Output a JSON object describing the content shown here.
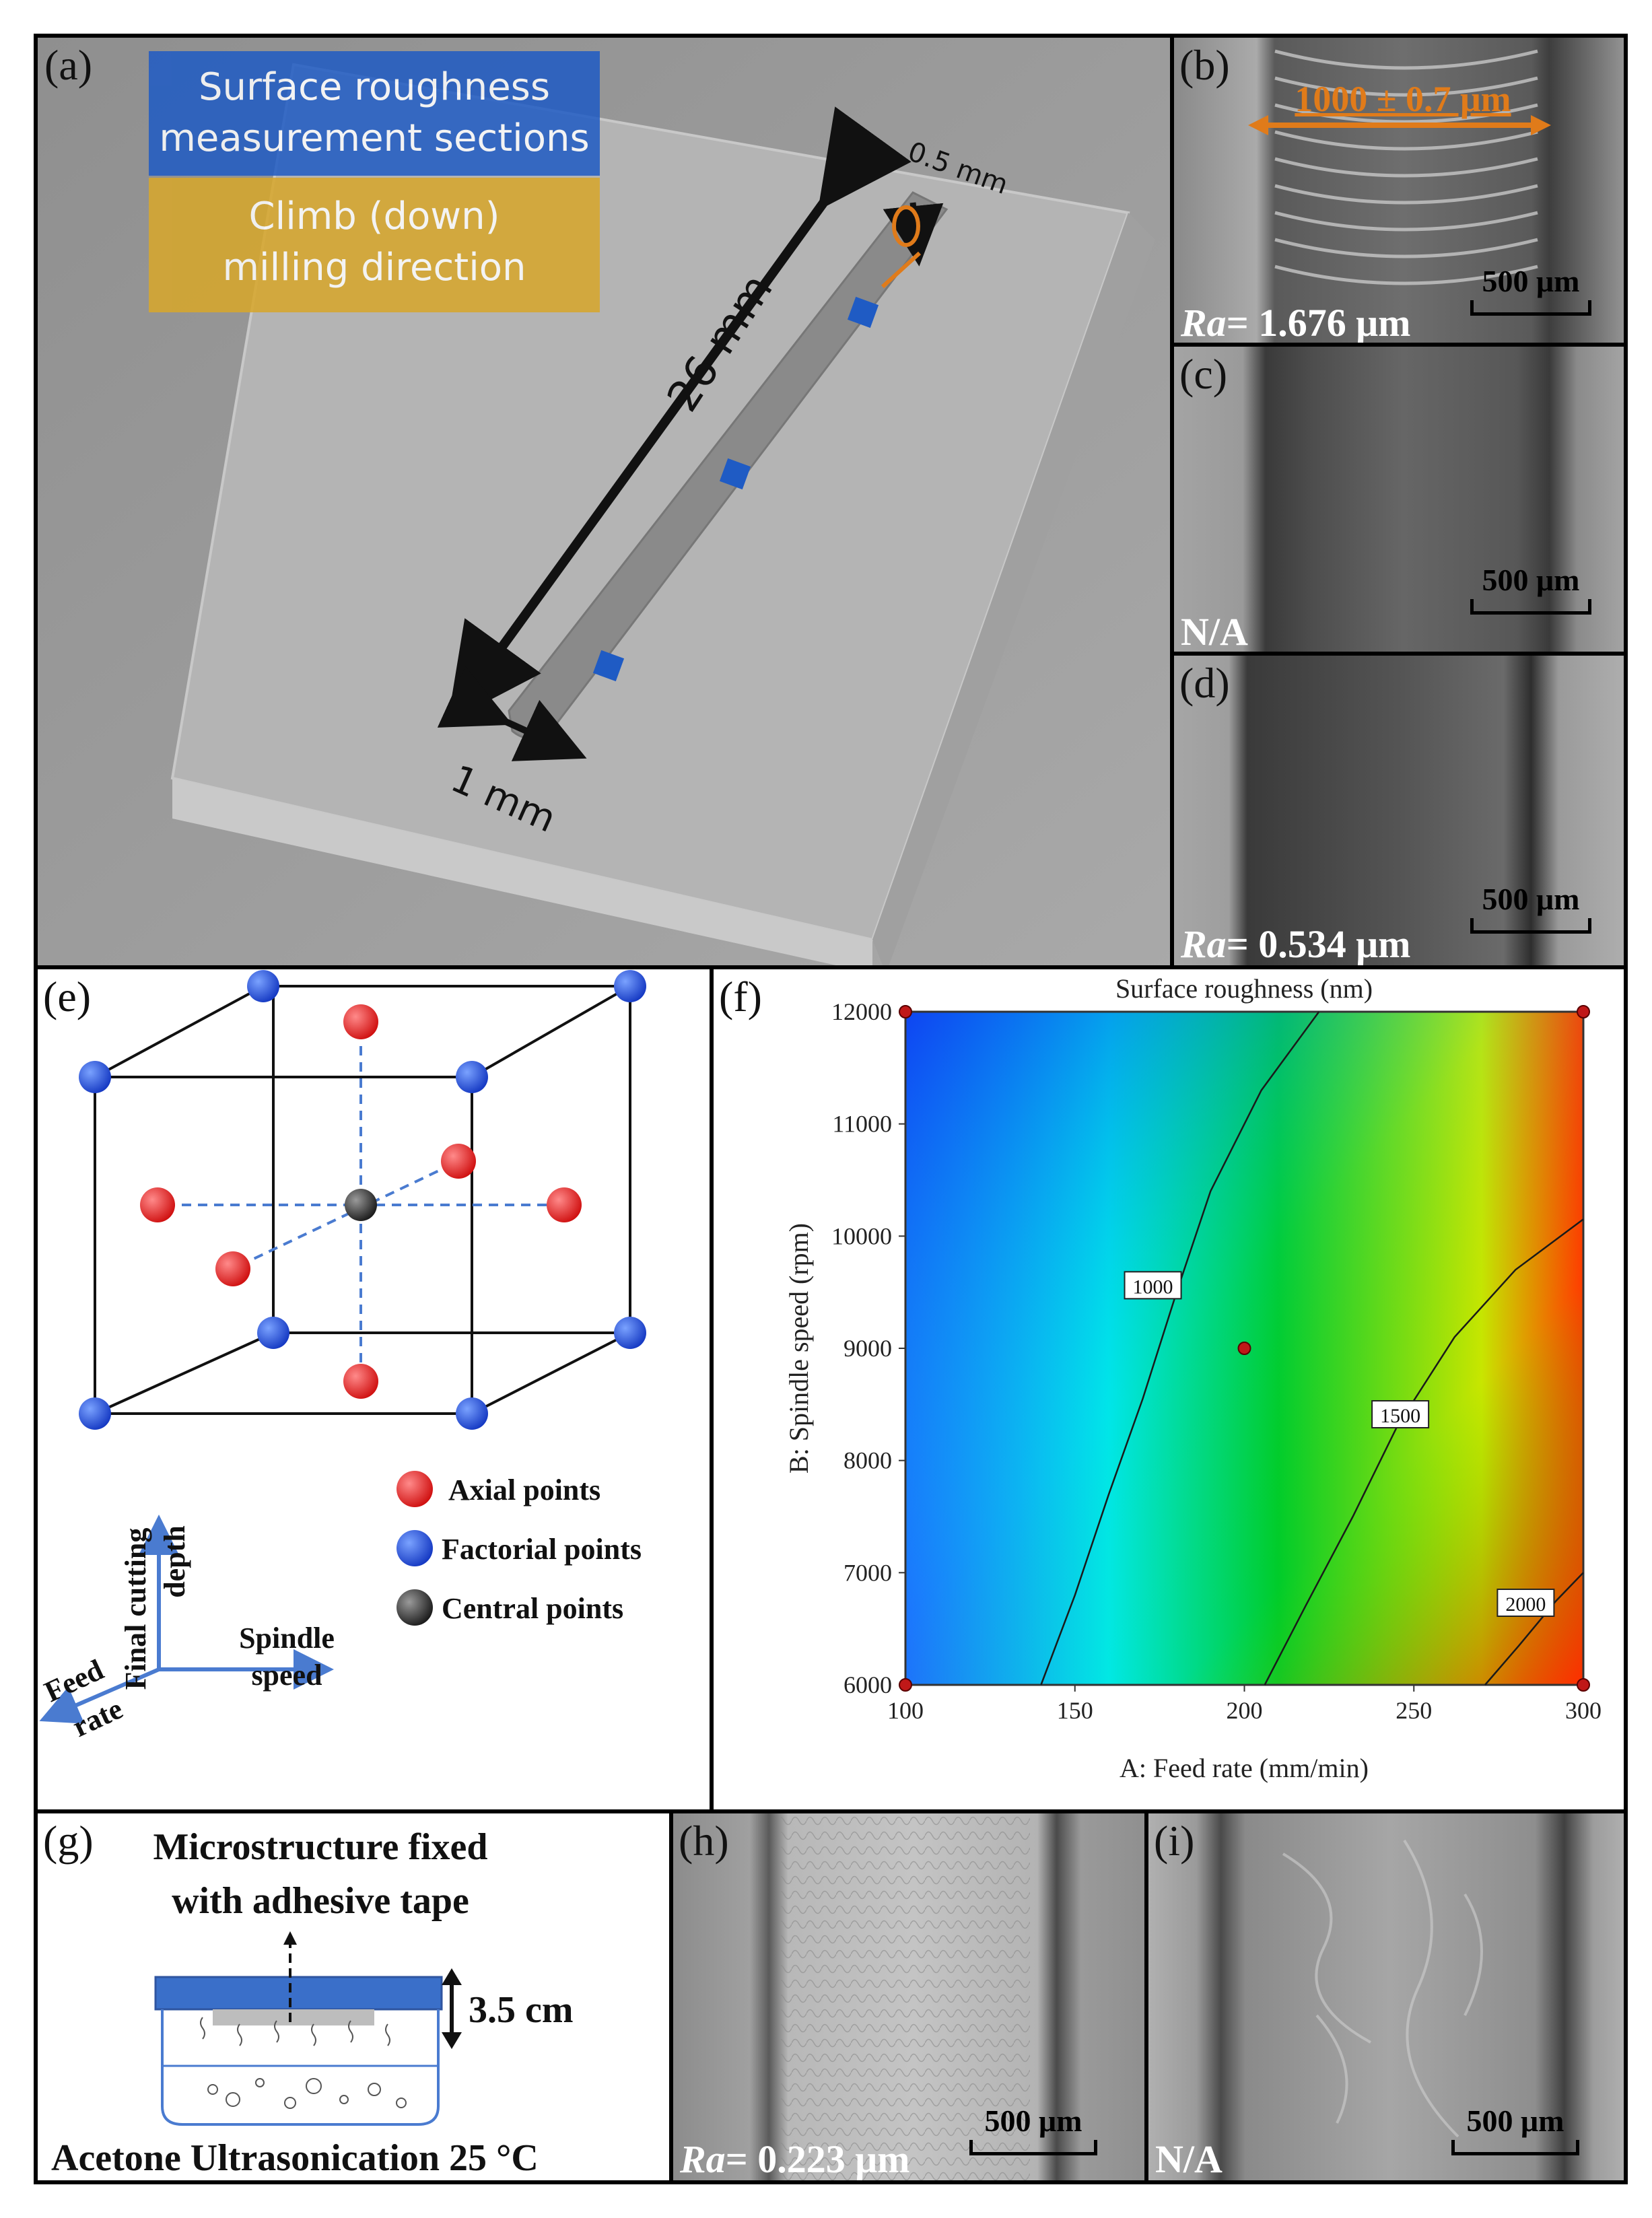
{
  "panel_a": {
    "label": "(a)",
    "legend_blue_line1": "Surface roughness",
    "legend_blue_line2": "measurement sections",
    "legend_gold_line1": "Climb (down)",
    "legend_gold_line2": "milling direction",
    "dim_length": "26 mm",
    "dim_width": "1 mm",
    "dim_depth": "0.5 mm",
    "colors": {
      "blue": "#1f5bc4",
      "gold": "#d8a72a",
      "orange": "#e07b1a"
    }
  },
  "panel_b": {
    "label": "(b)",
    "width_annotation": "1000 ± 0.7 μm",
    "ra_symbol": "Ra",
    "ra_value": "= 1.676 μm",
    "scale": "500 μm"
  },
  "panel_c": {
    "label": "(c)",
    "ra_text": "N/A",
    "scale": "500 μm"
  },
  "panel_d": {
    "label": "(d)",
    "ra_symbol": "Ra",
    "ra_value": "= 0.534 μm",
    "scale": "500 μm"
  },
  "panel_e": {
    "label": "(e)",
    "legend": {
      "axial": "Axial points",
      "factorial": "Factorial points",
      "central": "Central points"
    },
    "axes": {
      "vertical_line1": "Final cutting",
      "vertical_line2": "depth",
      "horizontal_line1": "Spindle",
      "horizontal_line2": "speed",
      "diagonal_line1": "Feed",
      "diagonal_line2": "rate"
    },
    "colors": {
      "axial": "#e21b1b",
      "factorial": "#1a47d6",
      "central": "#333333"
    }
  },
  "panel_f": {
    "label": "(f)",
    "chart_data": {
      "type": "heatmap",
      "title": "Surface roughness (nm)",
      "xlabel": "A: Feed rate (mm/min)",
      "ylabel": "B: Spindle speed (rpm)",
      "xlim": [
        100,
        300
      ],
      "ylim": [
        6000,
        12000
      ],
      "xticks": [
        100,
        150,
        200,
        250,
        300
      ],
      "yticks": [
        6000,
        7000,
        8000,
        9000,
        10000,
        11000,
        12000
      ],
      "contours": [
        {
          "level": 1000,
          "points": [
            [
              140,
              6000
            ],
            [
              150,
              6800
            ],
            [
              160,
              7700
            ],
            [
              170,
              8550
            ],
            [
              180,
              9500
            ],
            [
              190,
              10400
            ],
            [
              205,
              11300
            ],
            [
              222,
              12000
            ]
          ]
        },
        {
          "level": 1500,
          "points": [
            [
              206,
              6000
            ],
            [
              218,
              6700
            ],
            [
              232,
              7500
            ],
            [
              245,
              8300
            ],
            [
              262,
              9100
            ],
            [
              280,
              9700
            ],
            [
              300,
              10150
            ]
          ]
        },
        {
          "level": 2000,
          "points": [
            [
              271,
              6000
            ],
            [
              281,
              6350
            ],
            [
              292,
              6750
            ],
            [
              300,
              7000
            ]
          ]
        }
      ],
      "contour_labels": [
        {
          "text": "1000",
          "x": 173,
          "y": 9550
        },
        {
          "text": "1500",
          "x": 246,
          "y": 8400
        },
        {
          "text": "2000",
          "x": 283,
          "y": 6720
        }
      ],
      "design_points": [
        [
          100,
          6000
        ],
        [
          100,
          12000
        ],
        [
          300,
          6000
        ],
        [
          300,
          12000
        ],
        [
          200,
          9000
        ]
      ]
    }
  },
  "panel_g": {
    "label": "(g)",
    "title_line1": "Microstructure fixed",
    "title_line2": "with adhesive tape",
    "height": "3.5 cm",
    "caption": "Acetone Ultrasonication 25 °C"
  },
  "panel_h": {
    "label": "(h)",
    "ra_symbol": "Ra",
    "ra_value": "= 0.223 μm",
    "scale": "500 μm"
  },
  "panel_i": {
    "label": "(i)",
    "ra_text": "N/A",
    "scale": "500 μm"
  }
}
